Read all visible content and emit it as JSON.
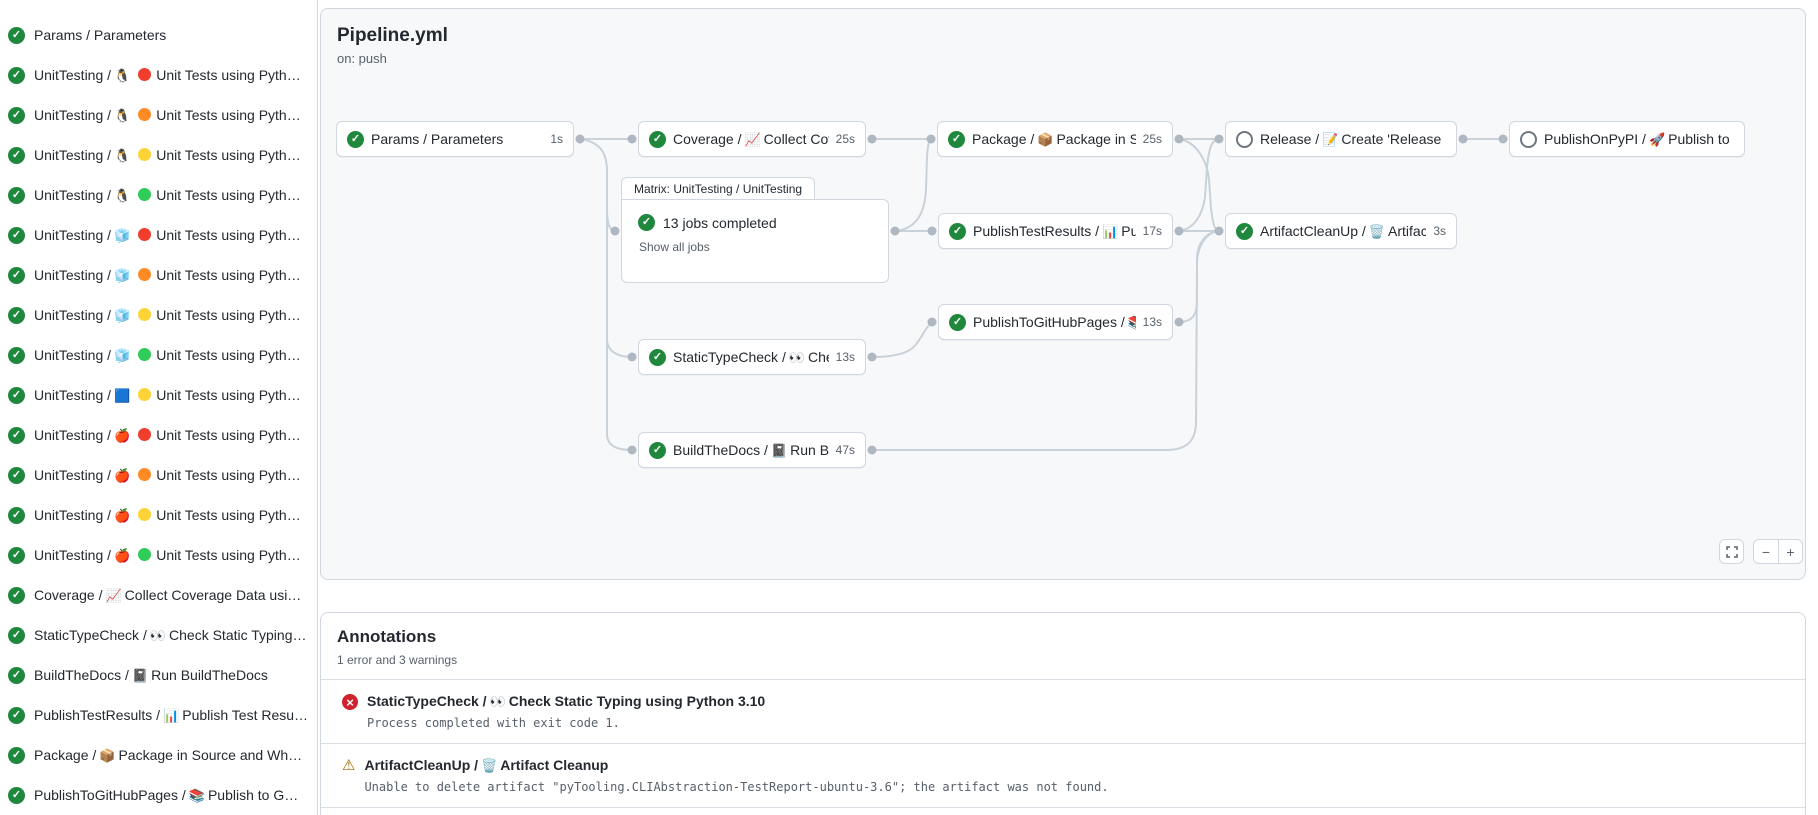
{
  "colors": {
    "success": "#1f883d",
    "error": "#cf222e",
    "warning": "#9a6700",
    "border": "#d0d7de"
  },
  "sidebar": {
    "items": [
      {
        "prefix": "Params / Parameters"
      },
      {
        "prefix": "UnitTesting /",
        "platform_emoji": "🐧",
        "dot": "red",
        "label": "Unit Tests using Pyth…"
      },
      {
        "prefix": "UnitTesting /",
        "platform_emoji": "🐧",
        "dot": "orange",
        "label": "Unit Tests using Pyth…"
      },
      {
        "prefix": "UnitTesting /",
        "platform_emoji": "🐧",
        "dot": "yellow",
        "label": "Unit Tests using Pyth…"
      },
      {
        "prefix": "UnitTesting /",
        "platform_emoji": "🐧",
        "dot": "green",
        "label": "Unit Tests using Pyth…"
      },
      {
        "prefix": "UnitTesting /",
        "platform_emoji": "🧊",
        "dot": "red",
        "label": "Unit Tests using Pyth…"
      },
      {
        "prefix": "UnitTesting /",
        "platform_emoji": "🧊",
        "dot": "orange",
        "label": "Unit Tests using Pyth…"
      },
      {
        "prefix": "UnitTesting /",
        "platform_emoji": "🧊",
        "dot": "yellow",
        "label": "Unit Tests using Pyth…"
      },
      {
        "prefix": "UnitTesting /",
        "platform_emoji": "🧊",
        "dot": "green",
        "label": "Unit Tests using Pyth…"
      },
      {
        "prefix": "UnitTesting /",
        "platform_emoji": "🟦",
        "dot": "yellow",
        "label": "Unit Tests using Pyth…"
      },
      {
        "prefix": "UnitTesting /",
        "platform_emoji": "🍎",
        "dot": "red",
        "label": "Unit Tests using Pyth…"
      },
      {
        "prefix": "UnitTesting /",
        "platform_emoji": "🍎",
        "dot": "orange",
        "label": "Unit Tests using Pyth…"
      },
      {
        "prefix": "UnitTesting /",
        "platform_emoji": "🍎",
        "dot": "yellow",
        "label": "Unit Tests using Pyth…"
      },
      {
        "prefix": "UnitTesting /",
        "platform_emoji": "🍎",
        "dot": "green",
        "label": "Unit Tests using Pyth…"
      },
      {
        "prefix": "Coverage /",
        "platform_emoji": "📈",
        "label": "Collect Coverage Data usi…"
      },
      {
        "prefix": "StaticTypeCheck /",
        "platform_emoji": "👀",
        "label": "Check Static Typing…"
      },
      {
        "prefix": "BuildTheDocs /",
        "platform_emoji": "📓",
        "label": "Run BuildTheDocs"
      },
      {
        "prefix": "PublishTestResults /",
        "platform_emoji": "📊",
        "label": "Publish Test Resu…"
      },
      {
        "prefix": "Package /",
        "platform_emoji": "📦",
        "label": "Package in Source and Wh…"
      },
      {
        "prefix": "PublishToGitHubPages /",
        "platform_emoji": "📚",
        "label": "Publish to G…"
      }
    ]
  },
  "pipeline": {
    "title": "Pipeline.yml",
    "trigger": "on: push",
    "matrix": {
      "tab": "Matrix: UnitTesting / UnitTesting",
      "summary": "13 jobs completed",
      "summary_status": "success",
      "link": "Show all jobs"
    },
    "nodes": {
      "params": {
        "prefix": "Params / Parameters",
        "duration": "1s",
        "status": "success"
      },
      "coverage": {
        "prefix": "Coverage /",
        "emoji": "📈",
        "label": "Collect Cove…",
        "duration": "25s",
        "status": "success"
      },
      "package": {
        "prefix": "Package /",
        "emoji": "📦",
        "label": "Package in So…",
        "duration": "25s",
        "status": "success"
      },
      "release": {
        "prefix": "Release /",
        "emoji": "📝",
        "label": "Create 'Release P…",
        "status": "skipped"
      },
      "publishOnPyPI": {
        "prefix": "PublishOnPyPI /",
        "emoji": "🚀",
        "label": "Publish to …",
        "status": "skipped"
      },
      "publishTestResults": {
        "prefix": "PublishTestResults /",
        "emoji": "📊",
        "label": "Pu…",
        "duration": "17s",
        "status": "success"
      },
      "artifactCleanUp": {
        "prefix": "ArtifactCleanUp /",
        "emoji": "🗑️",
        "label": "Artifac…",
        "duration": "3s",
        "status": "success"
      },
      "publishToGitHubPages": {
        "prefix": "PublishToGitHubPages /",
        "emoji": "📚",
        "label": "…",
        "duration": "13s",
        "status": "success"
      },
      "staticTypeCheck": {
        "prefix": "StaticTypeCheck /",
        "emoji": "👀",
        "label": "Chec…",
        "duration": "13s",
        "status": "success"
      },
      "buildTheDocs": {
        "prefix": "BuildTheDocs /",
        "emoji": "📓",
        "label": "Run Buil…",
        "duration": "47s",
        "status": "success"
      }
    },
    "controls": {
      "zoom_out": "−",
      "zoom_in": "+"
    }
  },
  "annotations": {
    "title": "Annotations",
    "summary": "1 error and 3 warnings",
    "items": [
      {
        "type": "error",
        "prefix": "StaticTypeCheck /",
        "emoji": "👀",
        "label": "Check Static Typing using Python 3.10",
        "message": "Process completed with exit code 1."
      },
      {
        "type": "warning",
        "prefix": "ArtifactCleanUp /",
        "emoji": "🗑️",
        "label": "Artifact Cleanup",
        "message": "Unable to delete artifact \"pyTooling.CLIAbstraction-TestReport-ubuntu-3.6\"; the artifact was not found."
      }
    ]
  }
}
